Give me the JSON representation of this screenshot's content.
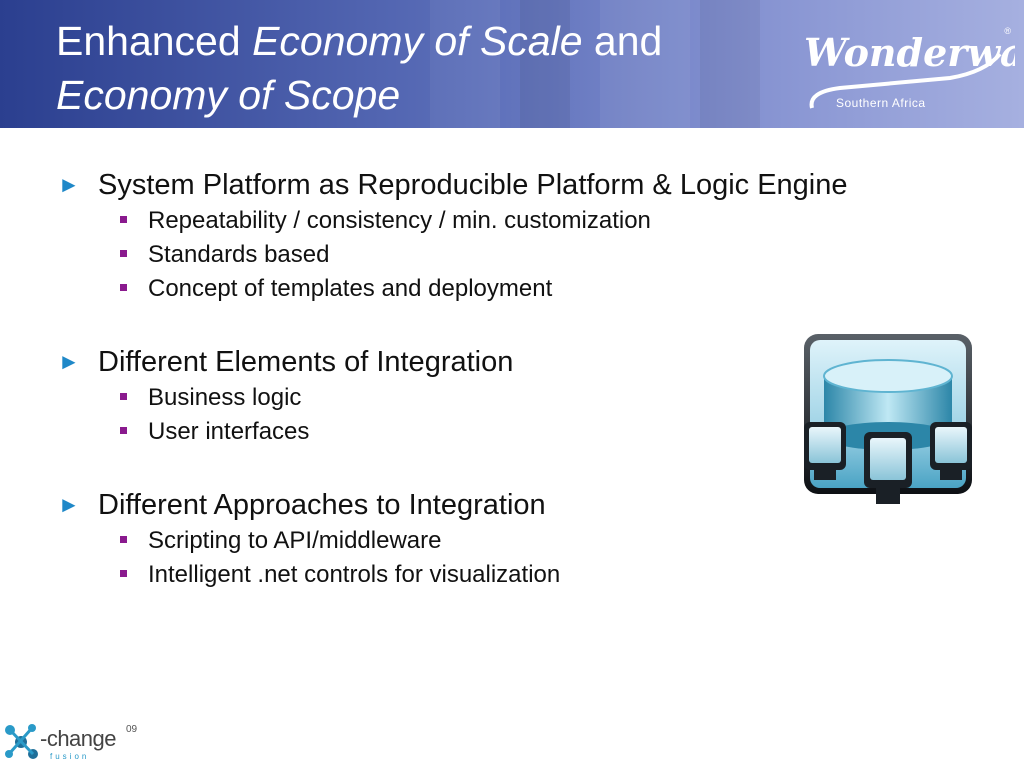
{
  "header": {
    "title_part1": "Enhanced ",
    "title_italic1": "Economy of Scale",
    "title_part2": " and",
    "title_italic2": "Economy of Scope"
  },
  "brand": {
    "logo_name": "Wonderware",
    "logo_subtitle": "Southern Africa",
    "logo_reg": "®"
  },
  "bullets": [
    {
      "text": "System Platform as Reproducible Platform & Logic Engine",
      "sub": [
        "Repeatability / consistency / min. customization",
        "Standards based",
        "Concept of templates and deployment"
      ]
    },
    {
      "text": "Different Elements of Integration",
      "sub": [
        "Business logic",
        "User interfaces"
      ]
    },
    {
      "text": "Different Approaches to Integration",
      "sub": [
        "Scripting to API/middleware",
        "Intelligent .net controls for visualization"
      ]
    }
  ],
  "footer_logo": {
    "word": "-change",
    "num": "09",
    "sub": "fusion"
  },
  "colors": {
    "arrow": "#1f88c8",
    "square_bullet": "#8a1a8e",
    "header_dark": "#2b3f8f"
  },
  "icons": {
    "level1_bullet": "right-triangle-arrow",
    "level2_bullet": "filled-square",
    "illustration": "database-icon"
  }
}
